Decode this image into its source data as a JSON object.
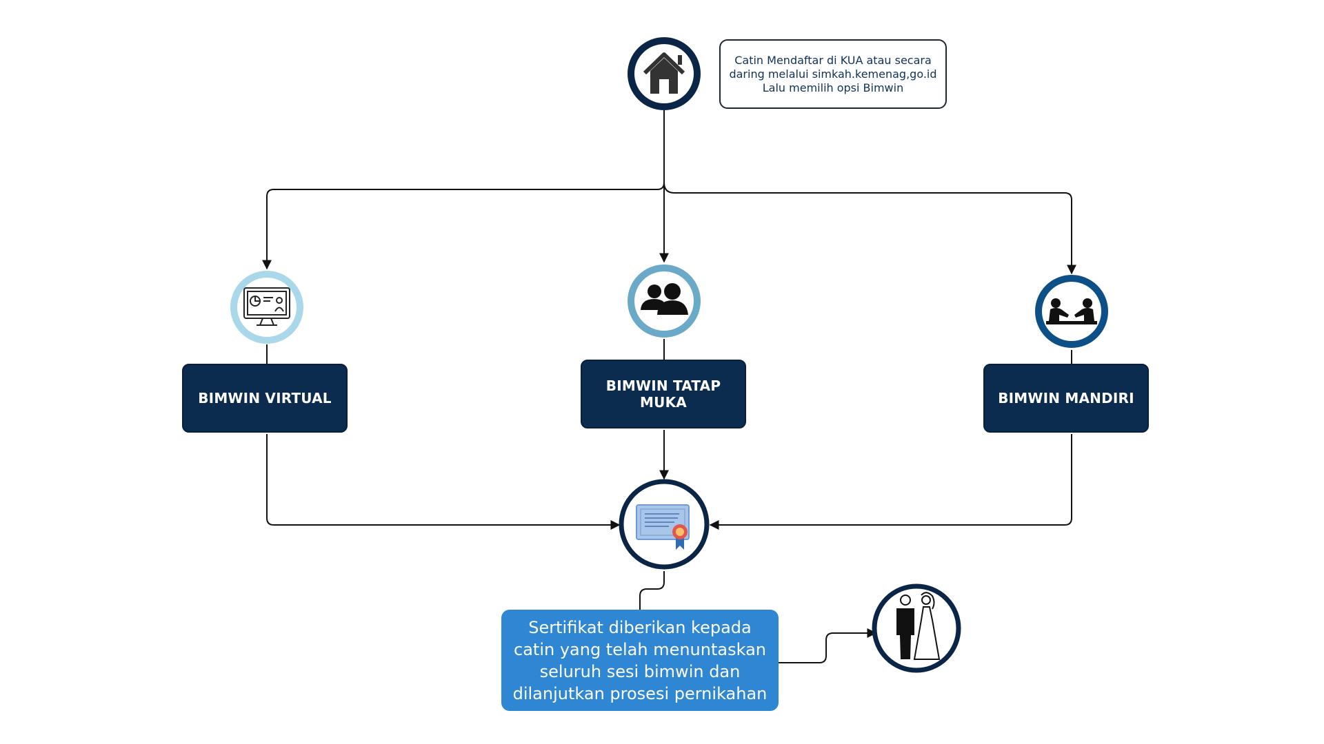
{
  "start": {
    "icon": "house-icon",
    "note_lines": [
      "Catin Mendaftar di KUA atau secara",
      "daring melalui simkah.kemenag,go.id",
      "Lalu memilih opsi Bimwin"
    ]
  },
  "options": [
    {
      "label": "BIMWIN VIRTUAL",
      "icon": "computer-presentation-icon",
      "ring_color": "#a9d8ea"
    },
    {
      "label": "BIMWIN TATAP MUKA",
      "icon": "people-group-icon",
      "ring_color": "#6aa9c7"
    },
    {
      "label": "BIMWIN MANDIRI",
      "icon": "handshake-meeting-icon",
      "ring_color": "#0d4f87"
    }
  ],
  "certificate": {
    "icon": "certificate-icon",
    "text_lines": [
      "Sertifikat diberikan kepada",
      "catin yang telah menuntaskan",
      "seluruh sesi bimwin dan",
      "dilanjutkan prosesi pernikahan"
    ]
  },
  "final": {
    "icon": "wedding-couple-icon"
  },
  "colors": {
    "navy": "#0b2b4f",
    "ring_dark": "#0a2545",
    "cert_box": "#2f86d3",
    "line": "#111111"
  }
}
